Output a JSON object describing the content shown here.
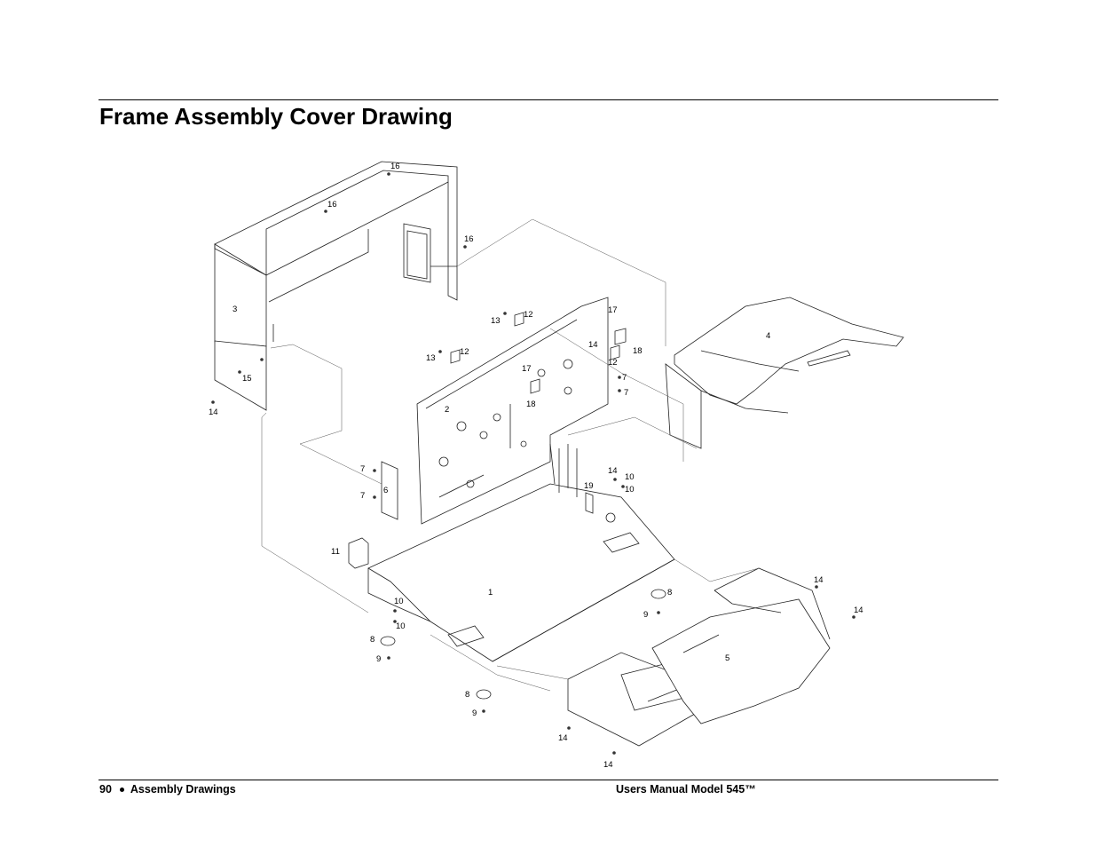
{
  "header": {
    "title": "Frame Assembly Cover Drawing"
  },
  "footer": {
    "page_number": "90",
    "section": "Assembly Drawings",
    "manual": "Users Manual Model 545™"
  },
  "callouts": [
    "16",
    "16",
    "16",
    "3",
    "13",
    "12",
    "13",
    "12",
    "15",
    "14",
    "17",
    "14",
    "18",
    "12",
    "4",
    "17",
    "18",
    "2",
    "7",
    "7",
    "7",
    "6",
    "7",
    "14",
    "10",
    "19",
    "10",
    "11",
    "1",
    "8",
    "9",
    "10",
    "10",
    "8",
    "9",
    "14",
    "14",
    "5",
    "8",
    "9",
    "14",
    "14"
  ]
}
